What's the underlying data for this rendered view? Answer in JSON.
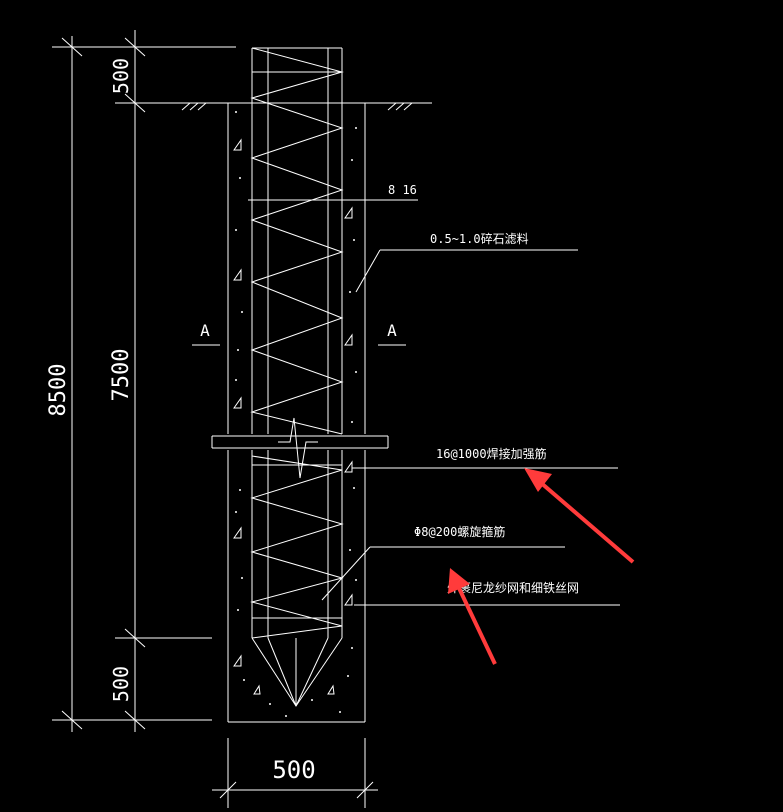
{
  "dimensions": {
    "total_height": "8500",
    "top_extension": "500",
    "shaft_length": "7500",
    "tip_length": "500",
    "width": "500"
  },
  "section_mark": {
    "left": "A",
    "right": "A"
  },
  "callouts": {
    "main_rebar": "8 16",
    "filter_material": "0.5~1.0碎石滤料",
    "stiffener_ring": "16@1000焊接加强筋",
    "spiral_rebar": "Φ8@200螺旋箍筋",
    "outer_mesh": "外裹尼龙纱网和细铁丝网"
  },
  "colors": {
    "background": "#000000",
    "linework": "#ffffff",
    "annotation_arrow": "#ff3b3b"
  }
}
